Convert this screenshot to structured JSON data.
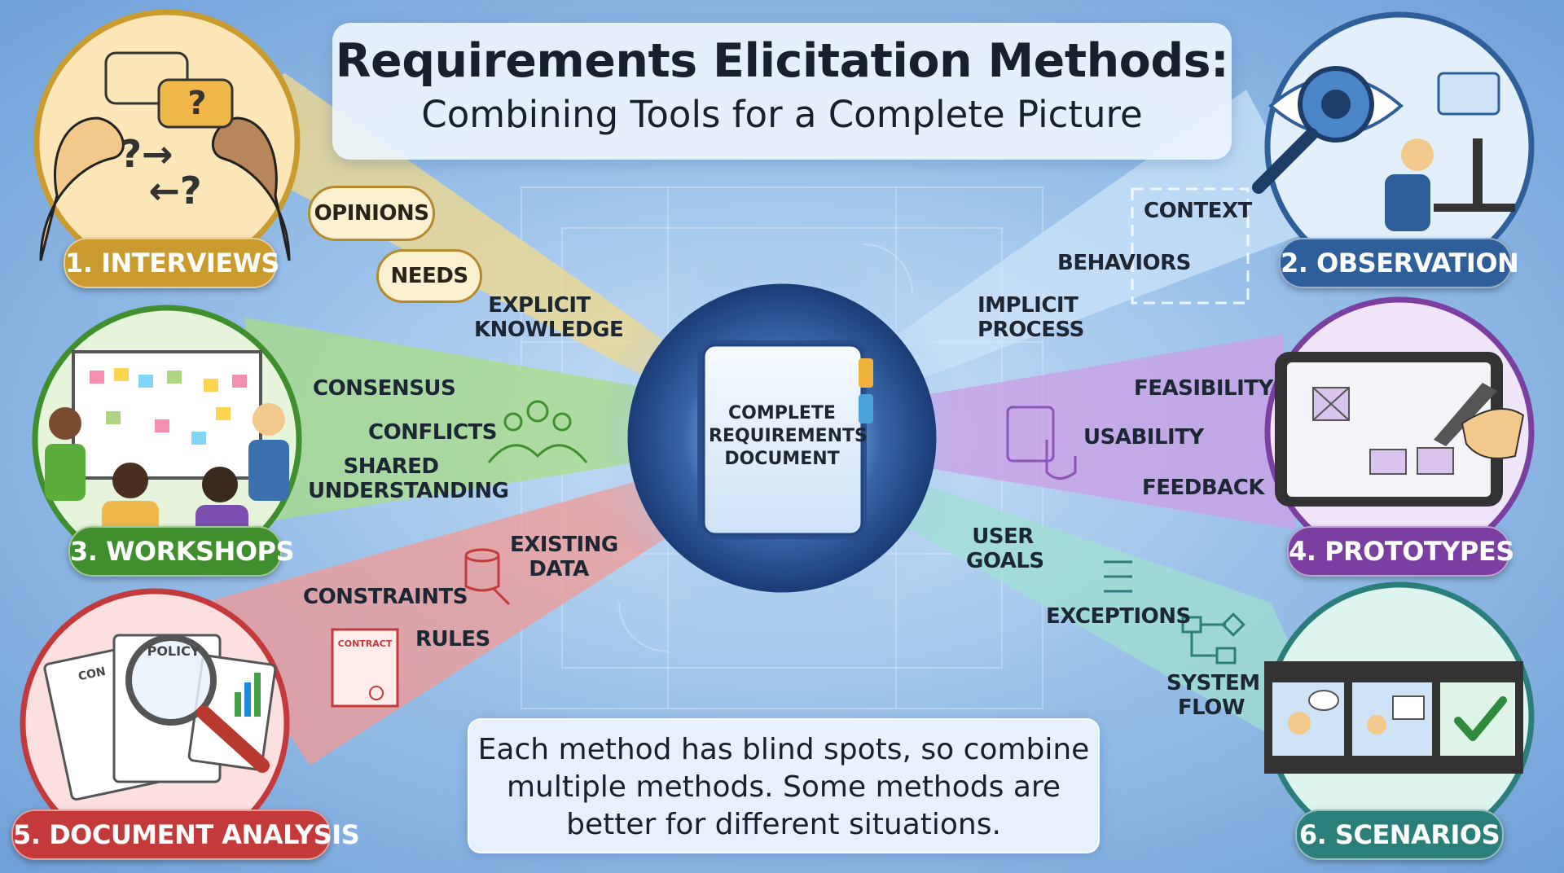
{
  "title": {
    "main": "Requirements Elicitation Methods:",
    "subtitle": "Combining Tools for a Complete Picture"
  },
  "center": {
    "line1": "COMPLETE",
    "line2": "REQUIREMENTS",
    "line3": "DOCUMENT"
  },
  "methods": {
    "interviews": {
      "label": "1. INTERVIEWS",
      "color": "#c99a2e",
      "bubbles": [
        "OPINIONS",
        "NEEDS"
      ],
      "terms": [
        "EXPLICIT",
        "KNOWLEDGE"
      ]
    },
    "observation": {
      "label": "2. OBSERVATION",
      "color": "#2f5f9a",
      "terms": [
        "CONTEXT",
        "BEHAVIORS",
        "IMPLICIT",
        "PROCESS"
      ]
    },
    "workshops": {
      "label": "3. WORKSHOPS",
      "color": "#3f8f2e",
      "terms": [
        "CONSENSUS",
        "CONFLICTS",
        "SHARED",
        "UNDERSTANDING"
      ]
    },
    "prototypes": {
      "label": "4. PROTOTYPES",
      "color": "#7a3fa0",
      "terms": [
        "FEASIBILITY",
        "USABILITY",
        "FEEDBACK"
      ]
    },
    "document_analysis": {
      "label": "5. DOCUMENT ANALYSIS",
      "color": "#c43a3a",
      "terms": [
        "EXISTING",
        "DATA",
        "CONSTRAINTS",
        "RULES"
      ],
      "doc_words": {
        "policy": "POLICY",
        "contract": "CONTRACT",
        "con": "CON"
      }
    },
    "scenarios": {
      "label": "6. SCENARIOS",
      "color": "#2a7f7a",
      "terms": [
        "USER",
        "GOALS",
        "EXCEPTIONS",
        "SYSTEM",
        "FLOW"
      ]
    }
  },
  "footer": {
    "line1": "Each method has blind spots, so combine",
    "line2": "multiple methods. Some methods are",
    "line3": "better for different situations."
  }
}
